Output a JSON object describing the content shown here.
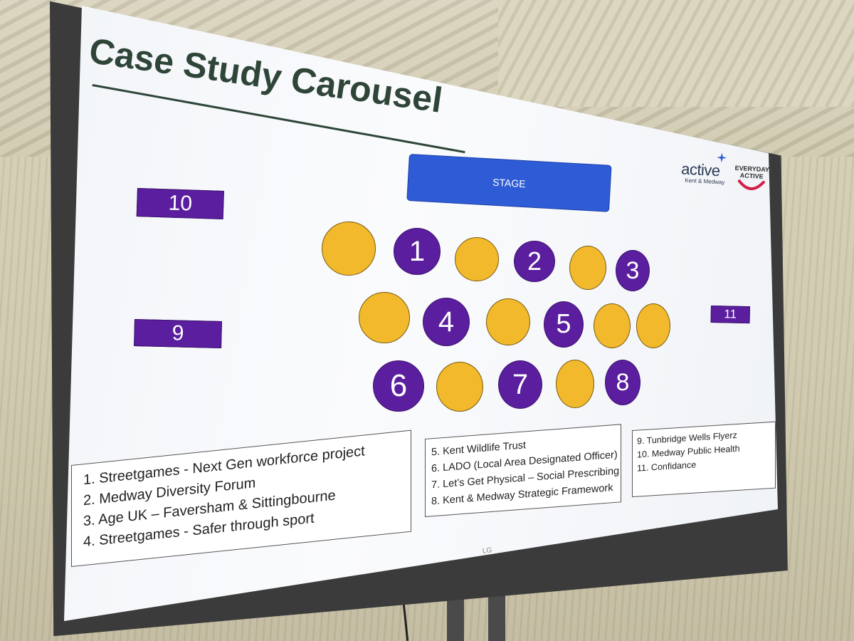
{
  "slide": {
    "title": "Case Study Carousel",
    "stage_label": "STAGE"
  },
  "logos": {
    "active": "active",
    "active_sub": "Kent & Medway",
    "everyday_line1": "EVERYDAY",
    "everyday_line2": "ACTIVE"
  },
  "tables": {
    "numbered": [
      "1",
      "2",
      "3",
      "4",
      "5",
      "6",
      "7",
      "8"
    ],
    "side": [
      "9",
      "10",
      "11"
    ]
  },
  "legend": {
    "group1": [
      "1. Streetgames - Next Gen workforce project",
      "2. Medway Diversity Forum",
      "3. Age UK – Faversham & Sittingbourne",
      "4. Streetgames - Safer through sport"
    ],
    "group2": [
      "5. Kent Wildlife Trust",
      "6. LADO (Local Area Designated Officer)",
      "7. Let’s Get Physical – Social Prescribing",
      "8. Kent & Medway Strategic Framework"
    ],
    "group3": [
      "9. Tunbridge Wells Flyerz",
      "10. Medway Public Health",
      "11. Confidance"
    ]
  },
  "colors": {
    "title": "#2f4538",
    "stage": "#2e5bd6",
    "purple": "#5a1e9e",
    "yellow": "#f2b92c"
  },
  "tv": {
    "brand": "LG"
  }
}
